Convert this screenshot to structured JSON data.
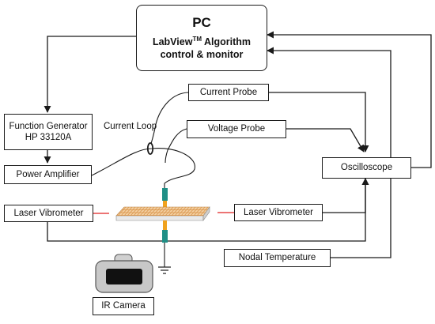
{
  "pc": {
    "title": "PC",
    "line1_prefix": "LabView",
    "line1_tm": "TM",
    "line1_suffix": " Algorithm",
    "line2": "control & monitor"
  },
  "boxes": {
    "function_generator_line1": "Function Generator",
    "function_generator_line2": "HP 33120A",
    "power_amplifier": "Power Amplifier",
    "current_probe": "Current Probe",
    "voltage_probe": "Voltage Probe",
    "oscilloscope": "Oscilloscope",
    "laser_vibrometer_left": "Laser Vibrometer",
    "laser_vibrometer_right": "Laser Vibrometer",
    "nodal_temperature": "Nodal Temperature",
    "ir_camera": "IR Camera"
  },
  "labels": {
    "current_loop": "Current Loop"
  },
  "colors": {
    "line": "#1a1a1a",
    "laser_beam": "#e02020",
    "clamp_teal": "#1f8f86",
    "clamp_orange": "#f0a21e",
    "specimen_face": "#f3cfa0",
    "specimen_grid": "#d9934a",
    "camera_body": "#c8c8c8",
    "camera_lens": "#111111"
  }
}
